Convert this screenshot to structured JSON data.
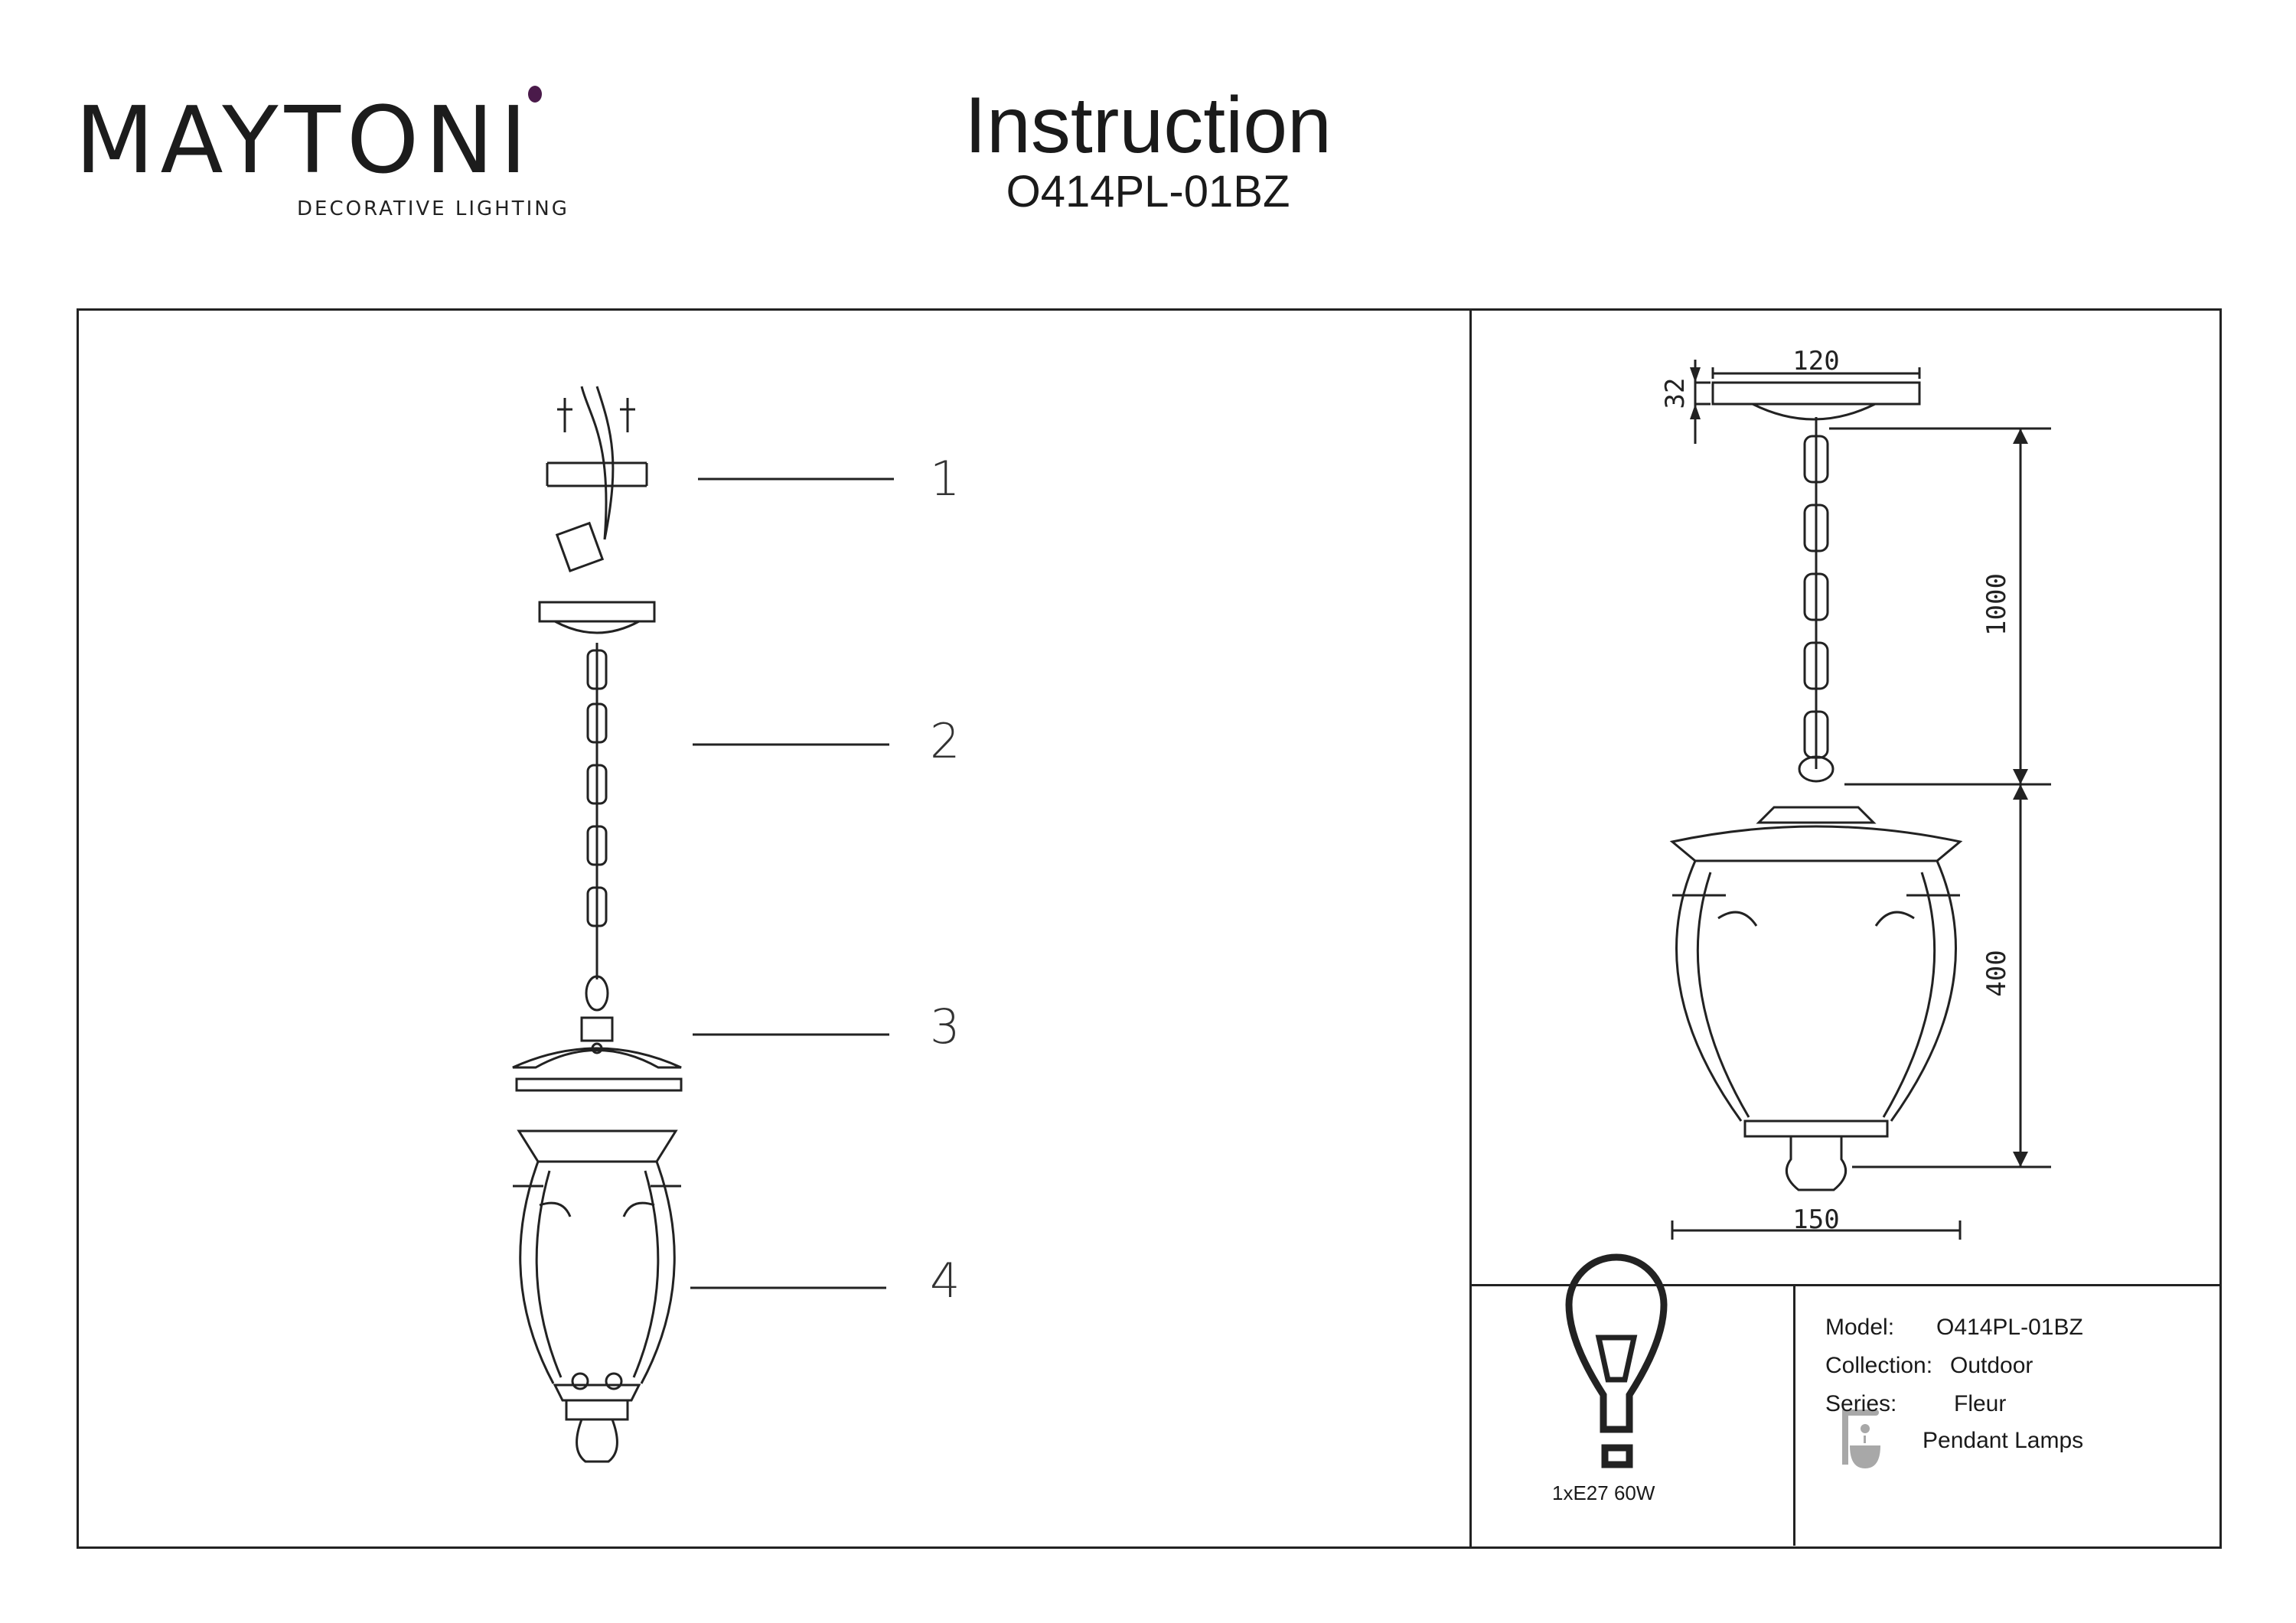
{
  "header": {
    "brand": "MAYTONI",
    "brand_tagline": "DECORATIVE LIGHTING",
    "brand_accent_color": "#4a1a4a",
    "title": "Instruction",
    "model": "O414PL-01BZ"
  },
  "parts": [
    "1",
    "2",
    "3",
    "4"
  ],
  "dimensions": {
    "canopy_width": "120",
    "canopy_height": "32",
    "chain_length": "1000",
    "lamp_height": "400",
    "lamp_width": "150"
  },
  "bulb": {
    "icon": "light-bulb-icon",
    "spec": "1xE27 60W"
  },
  "specs": {
    "model_label": "Model:",
    "model_value": "O414PL-01BZ",
    "collection_label": "Collection:",
    "collection_value": "Outdoor",
    "series_label": "Series:",
    "series_value": "Fleur",
    "type_icon": "pendant-lamp-icon",
    "type_value": "Pendant Lamps"
  }
}
